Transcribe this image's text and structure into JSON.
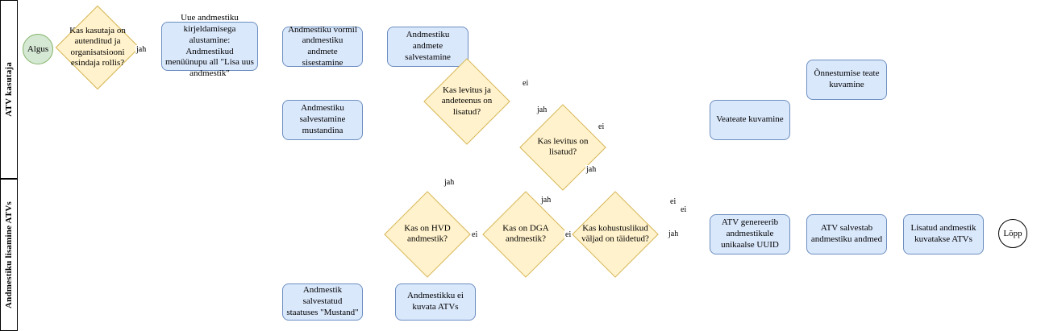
{
  "diagram": {
    "title": "Andmestiku lisamine ATVs",
    "colors": {
      "process_fill": "#dae8fc",
      "process_stroke": "#6c8ebf",
      "decision_fill": "#fff2cc",
      "decision_stroke": "#d6b656",
      "start_fill": "#d5e8d4",
      "start_stroke": "#82b366",
      "end_fill": "#ffffff",
      "end_stroke": "#000000",
      "lane_stroke": "#000000",
      "background": "#ffffff"
    },
    "lanes": [
      {
        "label": "ATV kasutaja"
      },
      {
        "label": "Andmestiku lisamine ATVs"
      }
    ],
    "nodes": [
      {
        "id": "start",
        "type": "start",
        "lane": 0,
        "label": "Algus"
      },
      {
        "id": "d_auth",
        "type": "decision",
        "lane": 0,
        "label": "Kas kasutaja on autenditud ja organisatsiooni esindaja rollis?"
      },
      {
        "id": "p_uus",
        "type": "process",
        "lane": 0,
        "label": "Uue andmestiku kirjeldamisega alustamine: Andmestikud menüünupu all \"Lisa uus andmestik\""
      },
      {
        "id": "p_vormil",
        "type": "process",
        "lane": 0,
        "label": "Andmestiku vormil andmestiku andmete sisestamine"
      },
      {
        "id": "p_mustand",
        "type": "process",
        "lane": 0,
        "label": "Andmestiku salvestamine mustandina"
      },
      {
        "id": "p_salvest",
        "type": "process",
        "lane": 0,
        "label": "Andmestiku andmete salvestamine"
      },
      {
        "id": "d_lev_and",
        "type": "decision",
        "lane": 0,
        "label": "Kas levitus ja andeteenus on lisatud?"
      },
      {
        "id": "d_levitus",
        "type": "decision",
        "lane": 0,
        "label": "Kas levitus on lisatud?"
      },
      {
        "id": "p_viga",
        "type": "process",
        "lane": 0,
        "label": "Veateate kuvamine"
      },
      {
        "id": "p_onnestus",
        "type": "process",
        "lane": 0,
        "label": "Õnnestumise teate kuvamine"
      },
      {
        "id": "d_hvd",
        "type": "decision",
        "lane": 1,
        "label": "Kas on HVD andmestik?"
      },
      {
        "id": "d_dga",
        "type": "decision",
        "lane": 1,
        "label": "Kas on DGA andmestik?"
      },
      {
        "id": "d_kohust",
        "type": "decision",
        "lane": 1,
        "label": "Kas kohustuslikud väljad on täidetud?"
      },
      {
        "id": "p_mustand2",
        "type": "process",
        "lane": 1,
        "label": "Andmestik salvestatud staatuses \"Mustand\""
      },
      {
        "id": "p_eikuvata",
        "type": "process",
        "lane": 1,
        "label": "Andmestikku ei kuvata ATVs"
      },
      {
        "id": "p_uuid",
        "type": "process",
        "lane": 1,
        "label": "ATV genereerib andmestikule unikaalse UUID"
      },
      {
        "id": "p_salvatv",
        "type": "process",
        "lane": 1,
        "label": "ATV salvestab andmestiku andmed"
      },
      {
        "id": "p_kuvatakse",
        "type": "process",
        "lane": 1,
        "label": "Lisatud andmestik kuvatakse ATVs"
      },
      {
        "id": "end",
        "type": "end",
        "lane": 1,
        "label": "Lõpp"
      }
    ],
    "edge_labels": [
      {
        "id": "e1",
        "label": "jah"
      },
      {
        "id": "e2",
        "label": "ei"
      },
      {
        "id": "e3",
        "label": "jah"
      },
      {
        "id": "e4",
        "label": "ei"
      },
      {
        "id": "e5",
        "label": "jah"
      },
      {
        "id": "e6",
        "label": "jah"
      },
      {
        "id": "e7",
        "label": "ei"
      },
      {
        "id": "e8",
        "label": "jah"
      },
      {
        "id": "e9",
        "label": "ei"
      },
      {
        "id": "e10",
        "label": "ei"
      },
      {
        "id": "e11",
        "label": "ei"
      },
      {
        "id": "e12",
        "label": "jah"
      }
    ]
  }
}
